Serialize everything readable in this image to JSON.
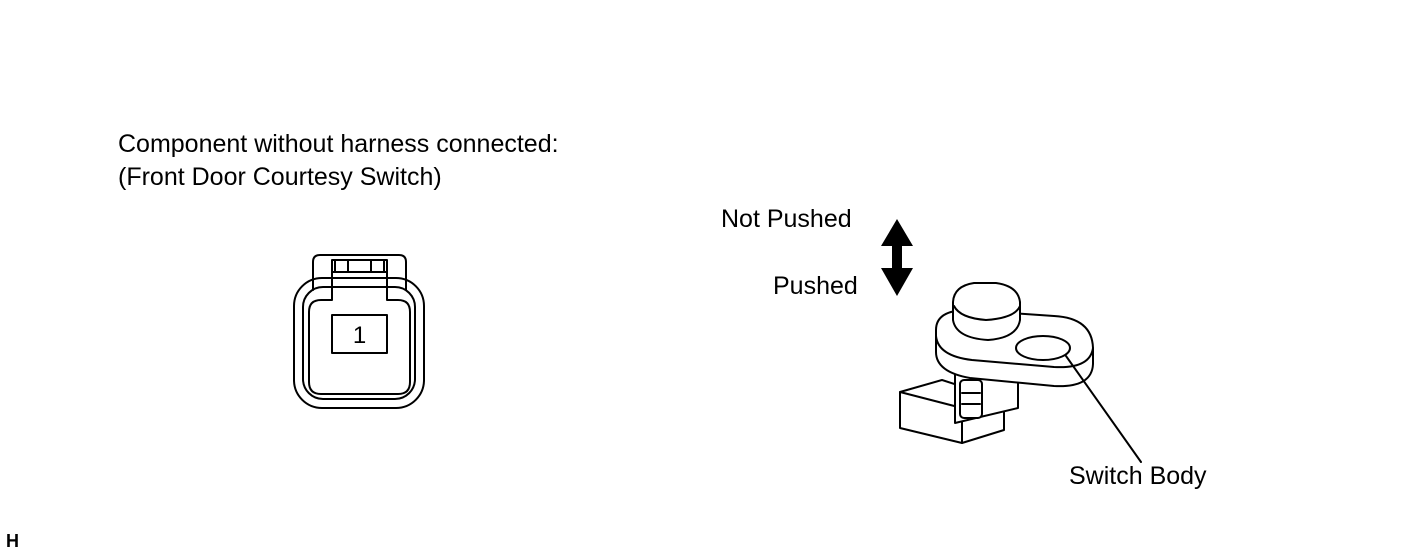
{
  "caption": {
    "line1": "Component without harness connected:",
    "line2": "(Front Door Courtesy Switch)"
  },
  "connector": {
    "pin_label": "1"
  },
  "labels": {
    "not_pushed": "Not Pushed",
    "pushed": "Pushed",
    "switch_body": "Switch Body"
  },
  "corner_mark": "H"
}
